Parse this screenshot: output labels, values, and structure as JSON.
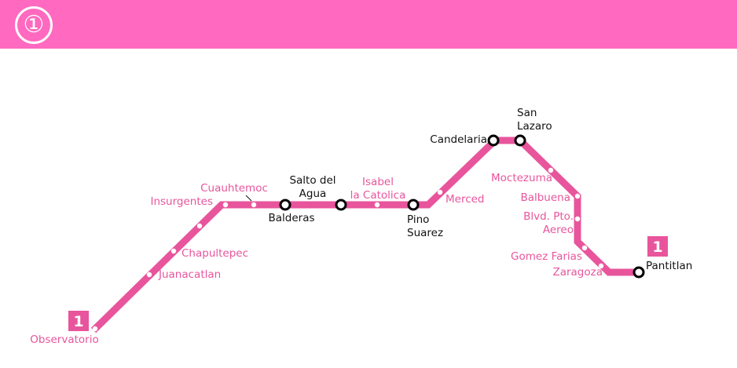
{
  "header": {
    "line_number": "①",
    "color": "#ff69bf"
  },
  "line": {
    "color": "#e8559c",
    "label_color": "#e8559c",
    "transfer_label_color": "#111111",
    "terminal_badge": "1"
  },
  "stations": [
    {
      "id": "observatorio",
      "lines": [
        "Observatorio"
      ],
      "transfer": false,
      "terminal": true
    },
    {
      "id": "juanacatlan",
      "lines": [
        "Juanacatlan"
      ],
      "transfer": false
    },
    {
      "id": "chapultepec",
      "lines": [
        "Chapultepec"
      ],
      "transfer": false
    },
    {
      "id": "sevilla",
      "lines": [],
      "transfer": false
    },
    {
      "id": "insurgentes",
      "lines": [
        "Insurgentes"
      ],
      "transfer": false
    },
    {
      "id": "cuauhtemoc",
      "lines": [
        "Cuauhtemoc"
      ],
      "transfer": false
    },
    {
      "id": "balderas",
      "lines": [
        "Balderas"
      ],
      "transfer": true
    },
    {
      "id": "salto-del-agua",
      "lines": [
        "Salto del",
        "Agua"
      ],
      "transfer": true
    },
    {
      "id": "isabel-la-catolica",
      "lines": [
        "Isabel",
        "la Catolica"
      ],
      "transfer": false
    },
    {
      "id": "pino-suarez",
      "lines": [
        "Pino",
        "Suarez"
      ],
      "transfer": true
    },
    {
      "id": "merced",
      "lines": [
        "Merced"
      ],
      "transfer": false
    },
    {
      "id": "candelaria",
      "lines": [
        "Candelaria"
      ],
      "transfer": true
    },
    {
      "id": "san-lazaro",
      "lines": [
        "San",
        "Lazaro"
      ],
      "transfer": true
    },
    {
      "id": "moctezuma",
      "lines": [
        "Moctezuma"
      ],
      "transfer": false
    },
    {
      "id": "balbuena",
      "lines": [
        "Balbuena"
      ],
      "transfer": false
    },
    {
      "id": "blvd-pto-aereo",
      "lines": [
        "Blvd. Pto.",
        "Aereo"
      ],
      "transfer": false
    },
    {
      "id": "gomez-farias",
      "lines": [
        "Gomez Farias"
      ],
      "transfer": false
    },
    {
      "id": "zaragoza",
      "lines": [
        "Zaragoza"
      ],
      "transfer": false
    },
    {
      "id": "pantitlan",
      "lines": [
        "Pantitlan"
      ],
      "transfer": true,
      "terminal": true
    }
  ]
}
